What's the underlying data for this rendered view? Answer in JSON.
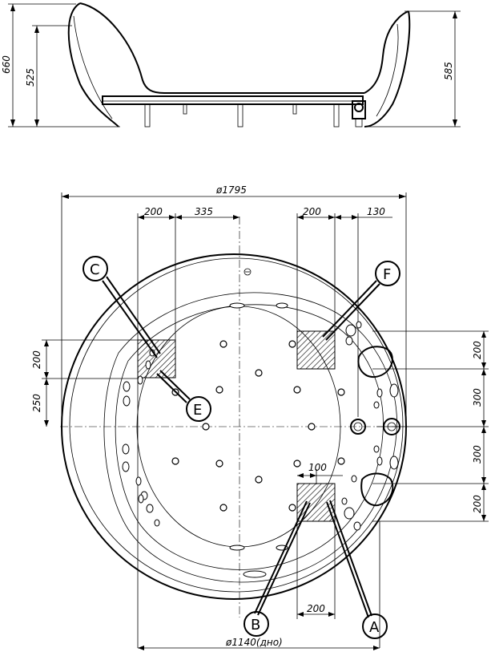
{
  "side_view": {
    "dims": {
      "left_outer": "660",
      "left_inner": "525",
      "right": "585"
    }
  },
  "top_view": {
    "dims": {
      "diameter": "ø1795",
      "top_left_a": "200",
      "top_left_b": "335",
      "top_right_a": "200",
      "top_right_b": "130",
      "left_a": "200",
      "left_b": "250",
      "right_a": "200",
      "right_b": "300",
      "right_c": "300",
      "right_d": "200",
      "inner_100": "100",
      "bottom_200": "200",
      "bottom_diameter": "ø1140(дно)"
    },
    "callouts": {
      "a": "A",
      "b": "B",
      "c": "C",
      "e": "E",
      "f": "F"
    }
  }
}
